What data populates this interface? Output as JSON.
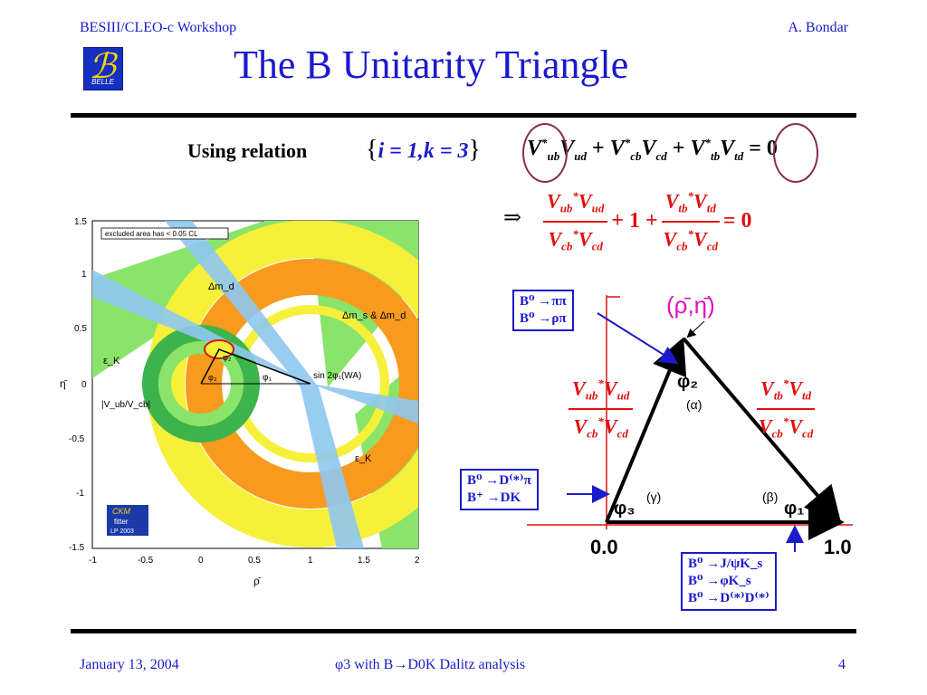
{
  "header": {
    "left": "BESIII/CLEO-c Workshop",
    "right": "A. Bondar"
  },
  "logo": {
    "text": "BELLE"
  },
  "title": "The B Unitarity Triangle",
  "relation": {
    "label": "Using  relation",
    "indices": "{i = 1,k = 3}",
    "equation": "V*ubVud + V*cbVcd + V*tbVtd = 0",
    "equals": "= 0",
    "implies": "⇒",
    "plus_one_plus": "+ 1 +"
  },
  "plot": {
    "legend": "excluded area has < 0.05 CL",
    "xlabel": "ρ̄",
    "ylabel": "η̄",
    "xticks": [
      "-1",
      "-0.5",
      "0",
      "0.5",
      "1",
      "1.5",
      "2"
    ],
    "yticks": [
      "1.5",
      "1",
      "0.5",
      "0",
      "-0.5",
      "-1",
      "-1.5"
    ],
    "labels": {
      "dmd": "Δm_d",
      "dms": "Δm_s & Δm_d",
      "epsK": "ε_K",
      "epsK2": "ε_K",
      "vubvcb": "|V_ub/V_cb|",
      "sin2phi": "sin 2φ₁(WA)",
      "phi1": "φ₁",
      "phi2": "φ₂",
      "phi3": "φ₃"
    },
    "ckm": {
      "line1": "CKM",
      "line2": "fitter",
      "line3": "LP 2003"
    }
  },
  "triangle": {
    "apex_label": "(ρ̄,η̄)",
    "alpha": "(α)",
    "beta": "(β)",
    "gamma": "(γ)",
    "phi1": "φ₁",
    "phi2": "φ₂",
    "phi3": "φ₃",
    "x0": "0.0",
    "x1": "1.0"
  },
  "boxes": {
    "phi2_lines": [
      "B⁰ →ππ",
      "B⁰ →ρπ"
    ],
    "phi3_lines": [
      "B⁰ →D⁽*⁾π",
      "B⁺ →DK"
    ],
    "phi1_lines": [
      "B⁰ →J/ψK_s",
      "B⁰ →φK_s",
      "B⁰ →D⁽*⁾D⁽*⁾"
    ]
  },
  "footer": {
    "date": "January 13, 2004",
    "center": "φ3 with B→D0K Dalitz analysis",
    "page": "4"
  }
}
